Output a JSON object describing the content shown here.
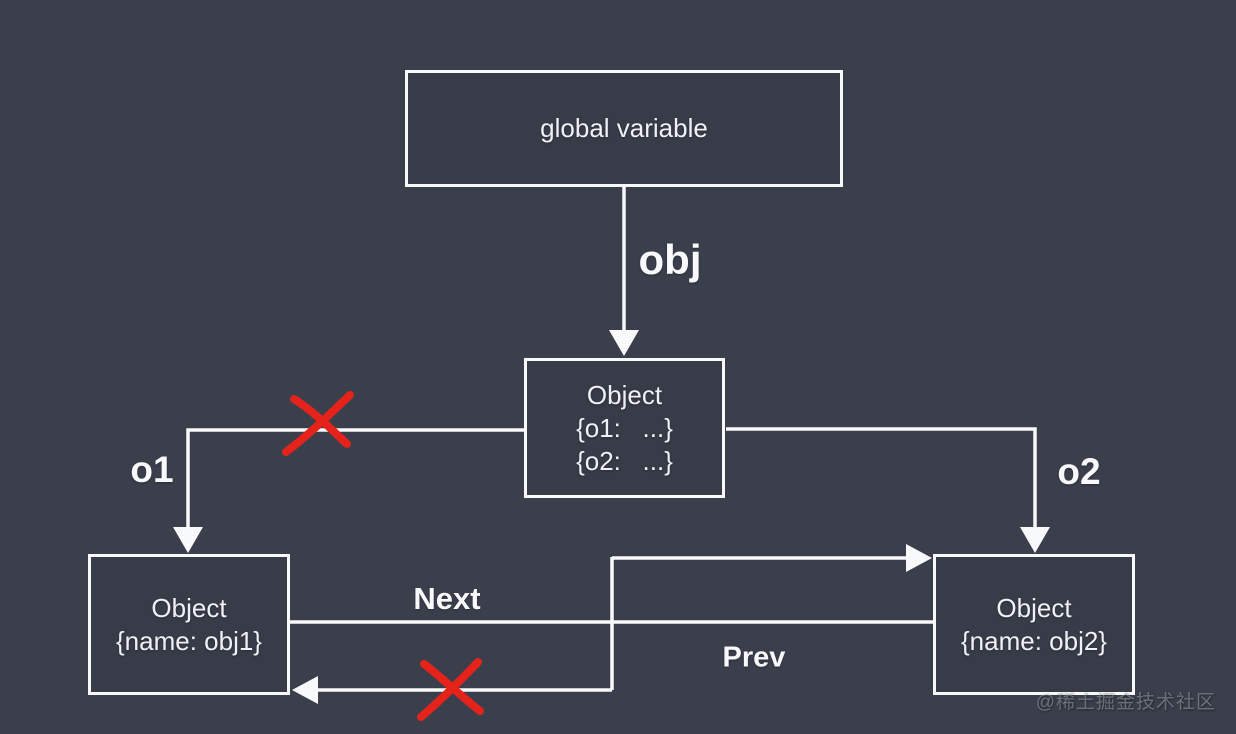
{
  "canvas": {
    "bg_color": "#3b3f4c",
    "line_color": "#f7f9fb",
    "cross_color": "#e5231b"
  },
  "boxes": {
    "global_variable": {
      "label": "global variable"
    },
    "object_root": {
      "title": "Object",
      "lines": [
        "{o1:   ...}",
        "{o2:   ...}"
      ]
    },
    "object_obj1": {
      "title": "Object",
      "lines": [
        "{name: obj1}"
      ]
    },
    "object_obj2": {
      "title": "Object",
      "lines": [
        "{name: obj2}"
      ]
    }
  },
  "edge_labels": {
    "obj": "obj",
    "o1": "o1",
    "o2": "o2",
    "next": "Next",
    "prev": "Prev"
  },
  "watermark": "@稀土掘金技术社区"
}
